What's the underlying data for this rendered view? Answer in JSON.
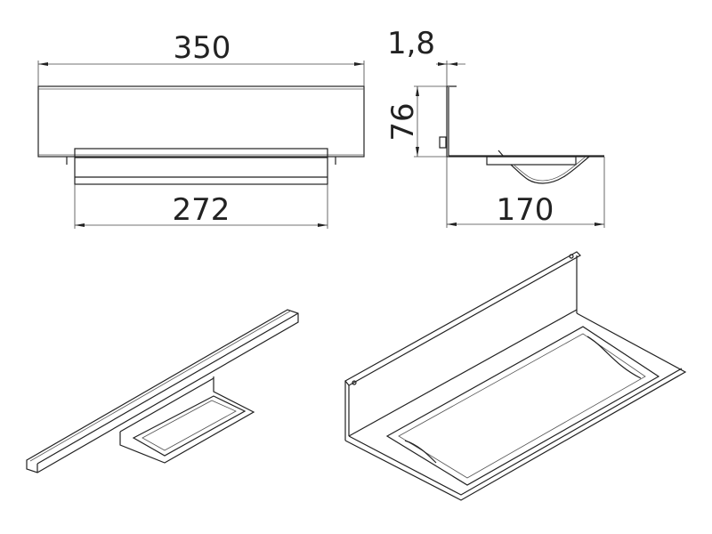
{
  "drawing": {
    "front_view": {
      "width_label": "350",
      "tray_width_label": "272"
    },
    "side_view": {
      "thickness_label": "1,8",
      "height_label": "76",
      "depth_label": "170"
    },
    "colors": {
      "line": "#222222",
      "background": "#ffffff"
    }
  }
}
